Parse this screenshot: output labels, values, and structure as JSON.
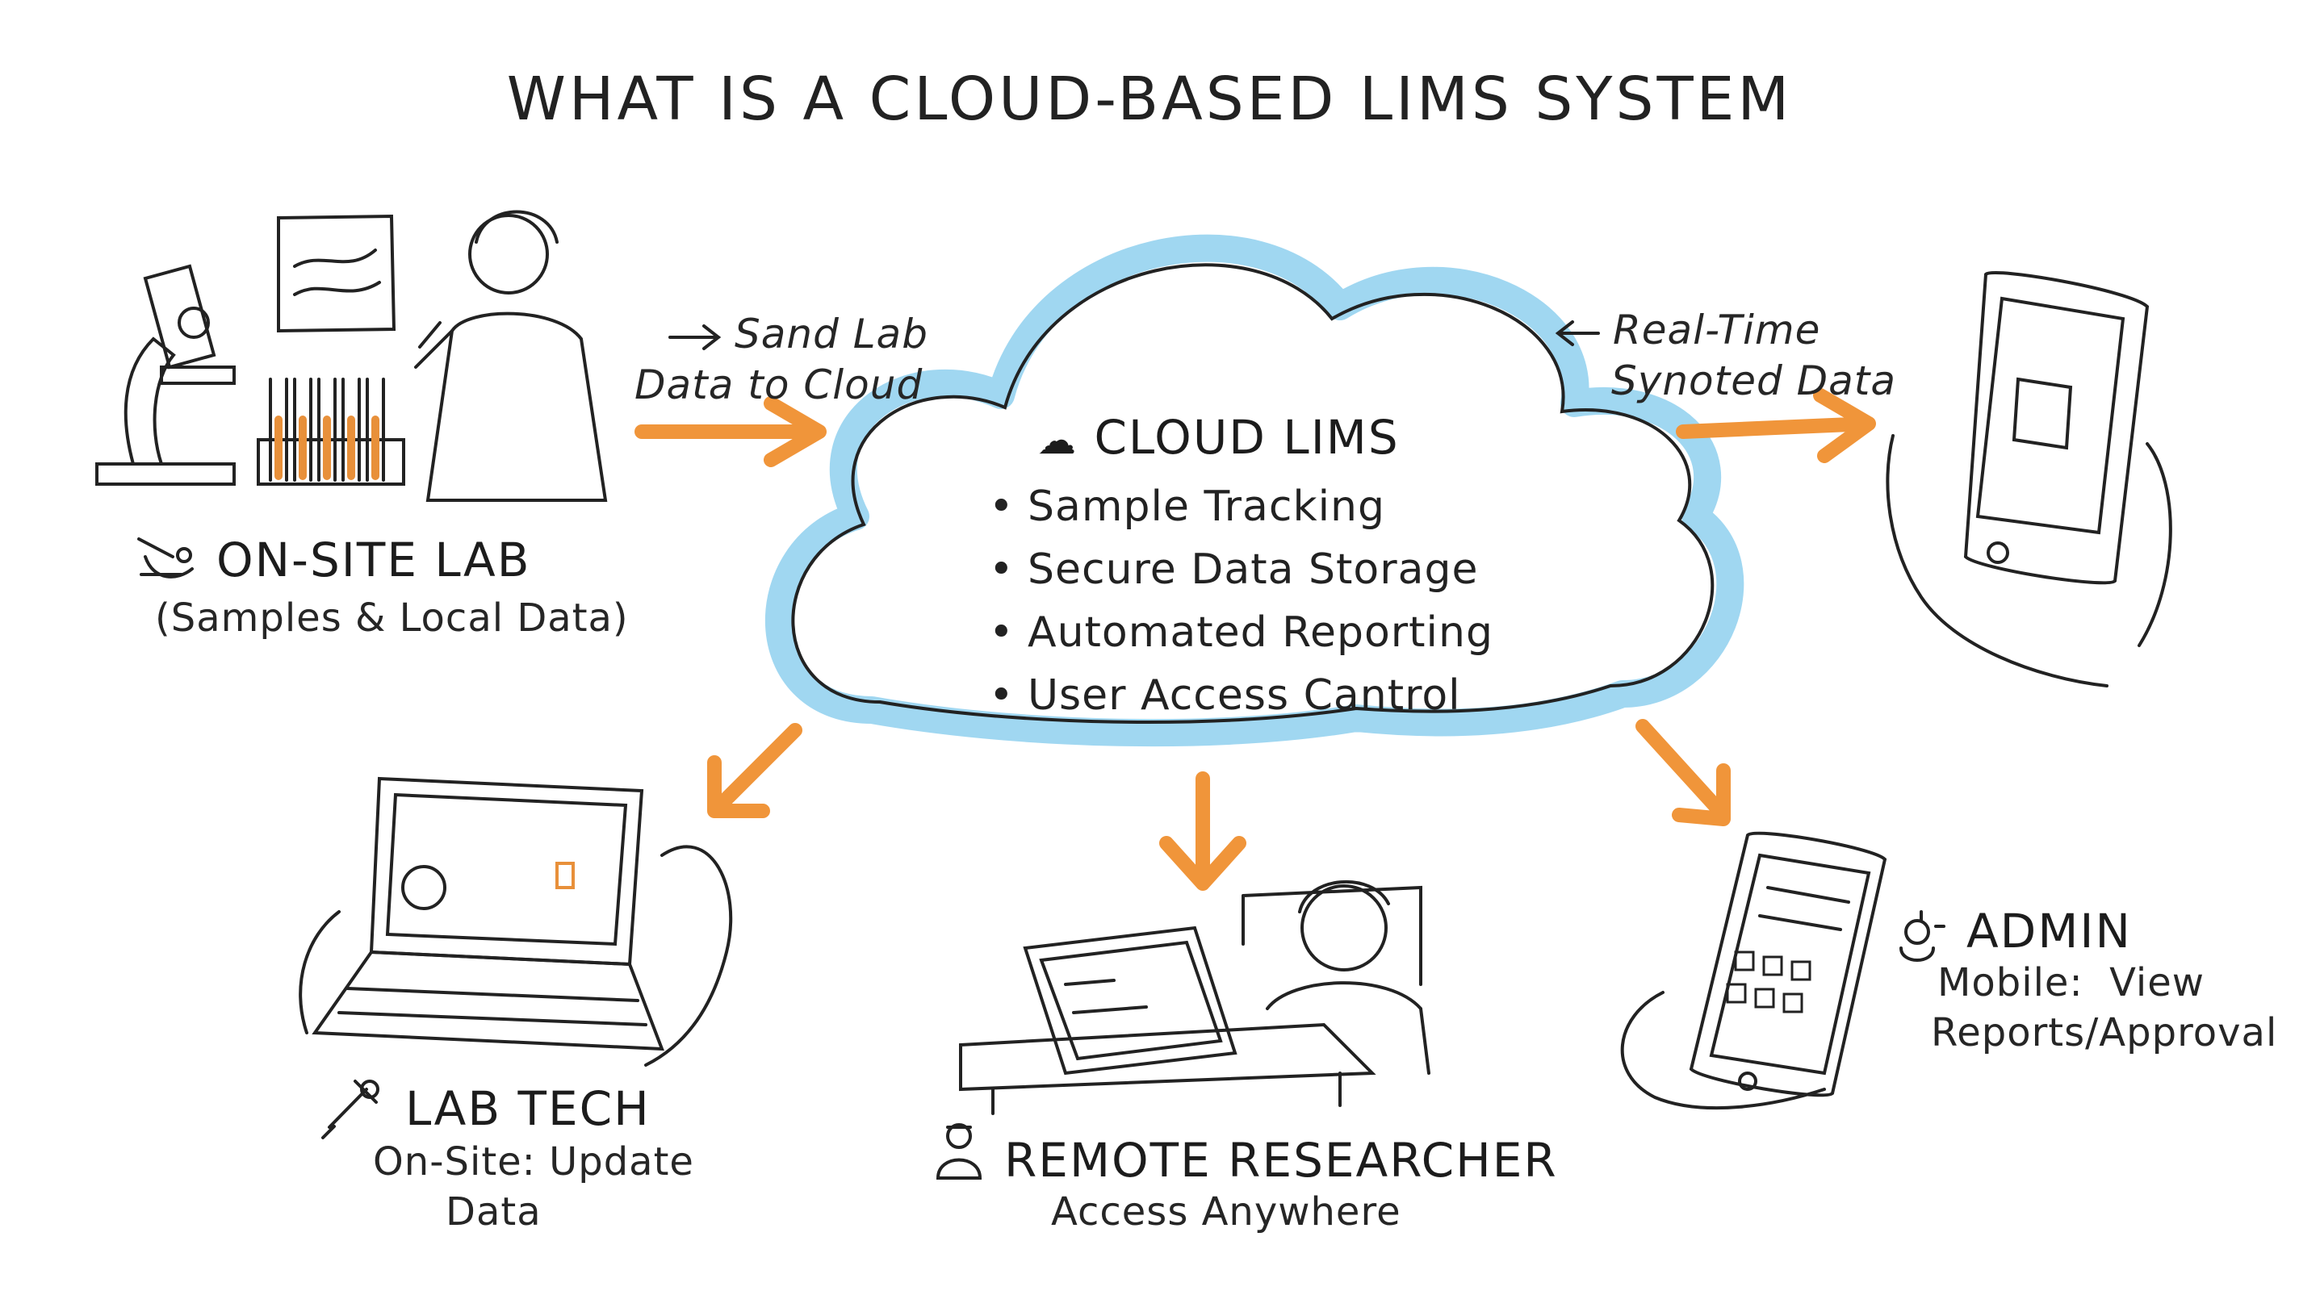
{
  "title": "WHAT IS A CLOUD-BASED LIMS SYSTEM",
  "cloud": {
    "heading": "CLOUD LIMS",
    "features": [
      "Sample Tracking",
      "Secure Data Storage",
      "Automated Reporting",
      "User Access Cantrol"
    ]
  },
  "onsite_lab": {
    "title": "ON-SITE LAB",
    "subtitle": "(Samples & Local Data)"
  },
  "send_note": {
    "line1": "Sand Lab",
    "line2": "Data to Cloud"
  },
  "sync_note": {
    "line1": "Real-Time",
    "line2": "Synoted Data"
  },
  "lab_tech": {
    "title": "LAB TECH",
    "line1": "On-Site: Update",
    "line2": "Data"
  },
  "remote_researcher": {
    "title": "REMOTE RESEARCHER",
    "subtitle": "Access Anywhere"
  },
  "admin": {
    "title": "ADMIN",
    "line1": "Mobile:  View",
    "line2": "Reports/Approval"
  },
  "colors": {
    "arrow": "#f0953a",
    "cloud": "#8fd0ee",
    "ink": "#222222"
  }
}
